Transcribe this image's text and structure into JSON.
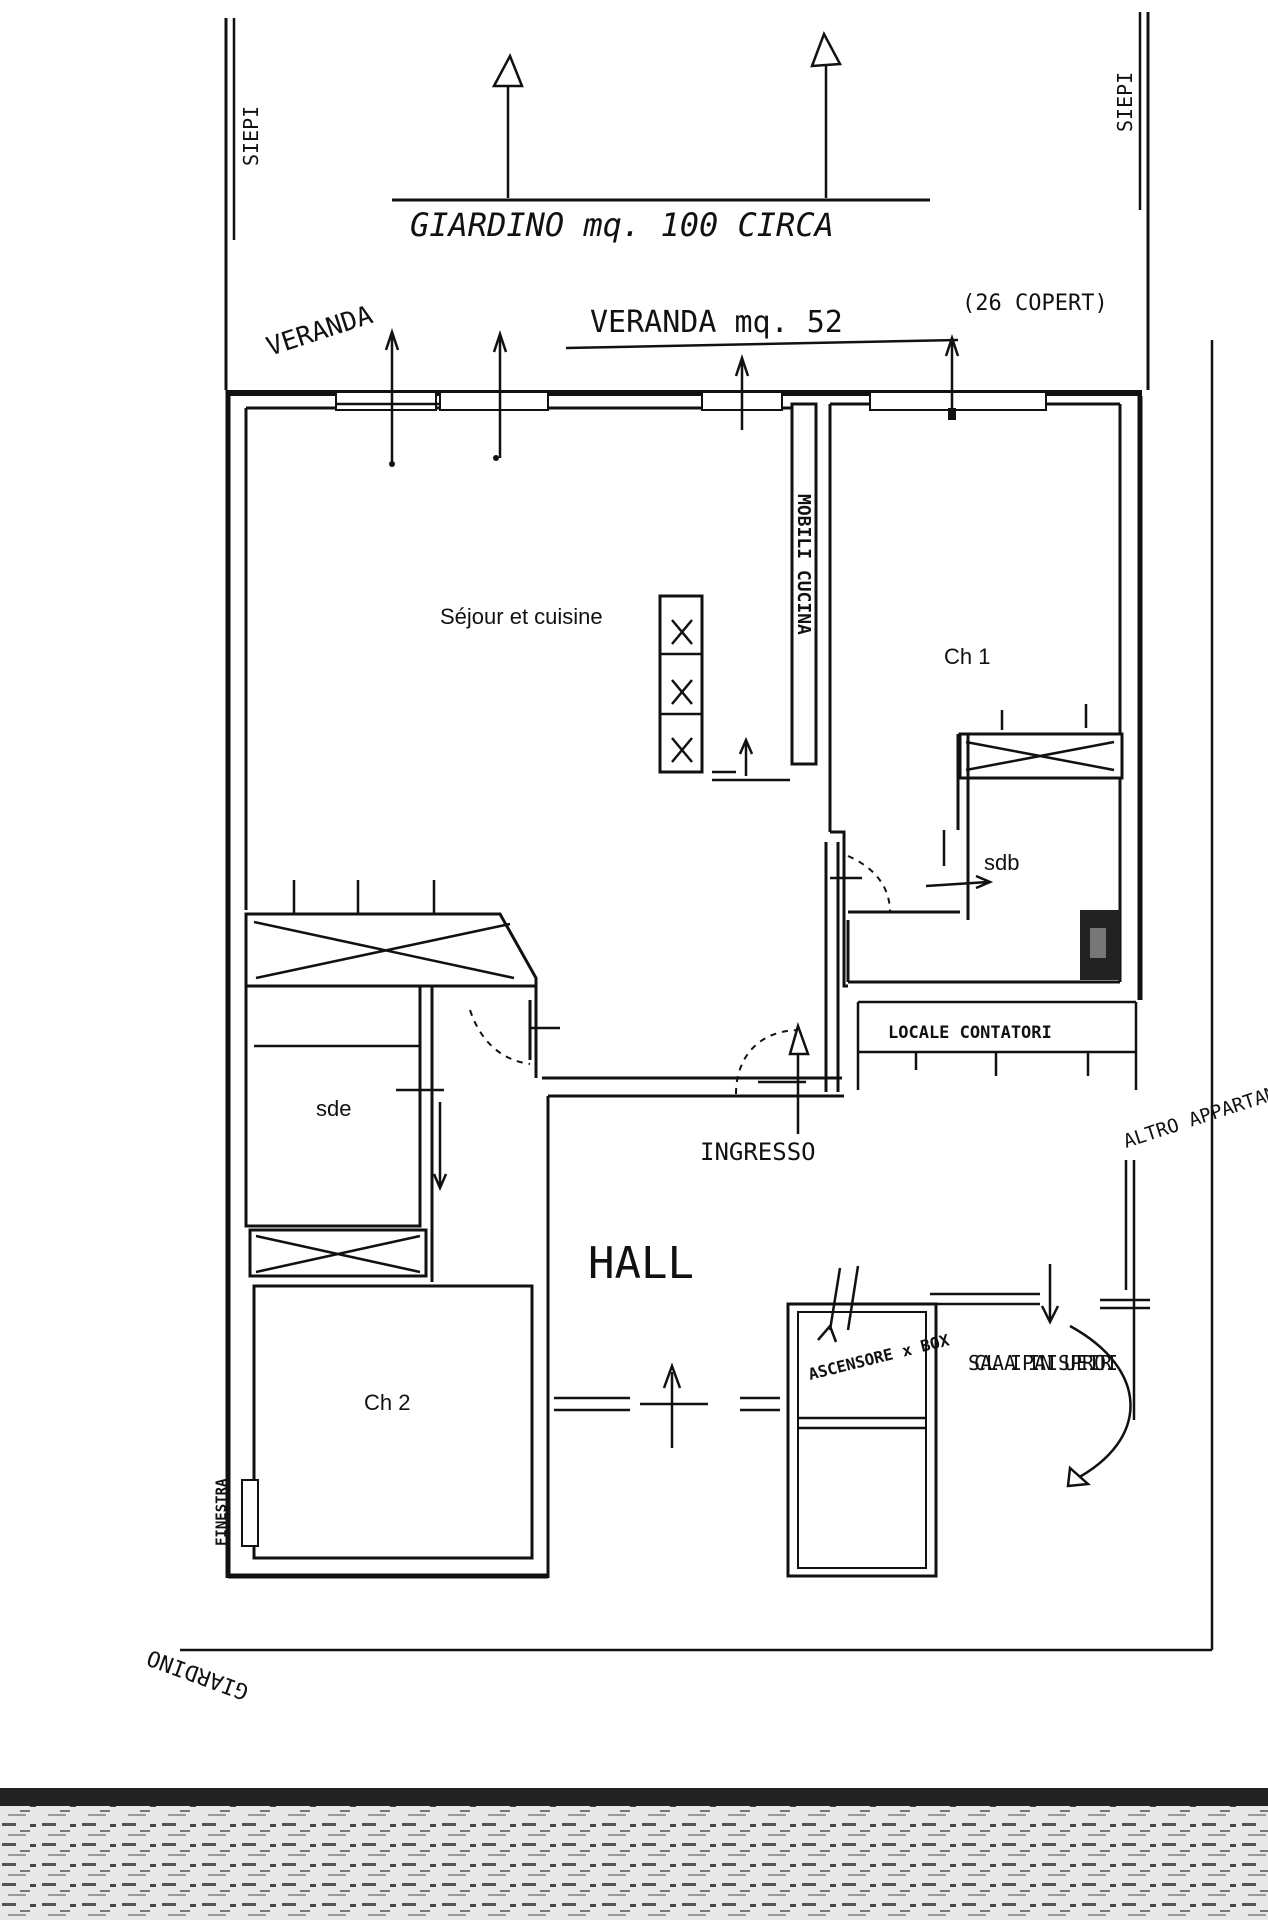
{
  "labels": {
    "siepi_left": "SIEPI",
    "siepi_right": "SIEPI",
    "giardino_top": "GIARDINO mq. 100 CIRCA",
    "veranda_left": "VERANDA",
    "veranda_main": "VERANDA mq. 52",
    "coperti": "(26 COPERT)",
    "sejour": "Séjour et cuisine",
    "mobili_cucina": "MOBILI CUCINA",
    "ch1": "Ch 1",
    "sdb": "sdb",
    "sde": "sde",
    "ch2": "Ch 2",
    "ingresso": "INGRESSO",
    "locale_contatori": "LOCALE CONTATORI",
    "altro_appartamento": "ALTRO APPARTAMEN",
    "hall": "HALL",
    "ascensore": "ASCENSORE x BOX",
    "scala": "SCALA AI PIANI SUPERIORI",
    "finestra": "FINESTRA",
    "giardino_bottom": "GIARDINO"
  }
}
